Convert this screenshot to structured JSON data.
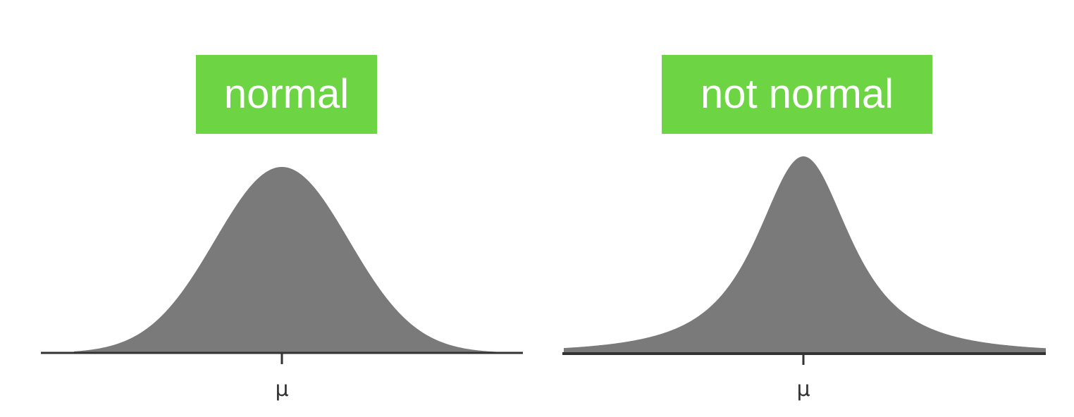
{
  "colors": {
    "label_background": "#6dd444",
    "label_text": "#ffffff",
    "curve_fill": "#7a7a7a",
    "axis": "#333333"
  },
  "panels": [
    {
      "label": "normal",
      "tick_label": "μ",
      "distribution": "normal"
    },
    {
      "label": "not normal",
      "tick_label": "μ",
      "distribution": "heavy-tailed (peaked, fat tails)"
    }
  ]
}
